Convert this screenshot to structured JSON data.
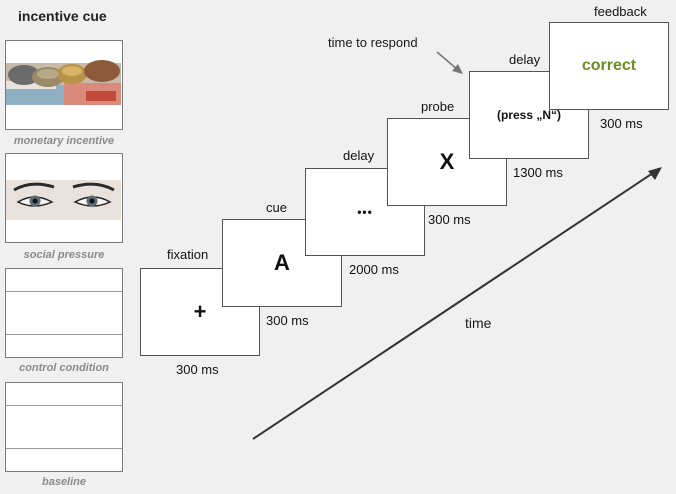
{
  "incentive_cue": {
    "title": "incentive cue",
    "conditions": [
      {
        "label": "monetary incentive",
        "image": "money-image"
      },
      {
        "label": "social pressure",
        "image": "eyes-image"
      },
      {
        "label": "control condition",
        "image": "blank-band"
      },
      {
        "label": "baseline",
        "image": "blank-band"
      }
    ]
  },
  "trial": {
    "stages": [
      {
        "label": "fixation",
        "content": "+",
        "duration": "300 ms"
      },
      {
        "label": "cue",
        "content": "A",
        "duration": "300 ms"
      },
      {
        "label": "delay",
        "content": "•••",
        "duration": "2000 ms"
      },
      {
        "label": "probe",
        "content": "X",
        "duration": "300 ms"
      },
      {
        "label": "delay",
        "content": "(press „N“)",
        "duration": "1300 ms"
      },
      {
        "label": "feedback",
        "content": "correct",
        "duration": "300 ms"
      }
    ],
    "annotation": "time to respond",
    "axis_label": "time"
  },
  "colors": {
    "feedback_text": "#6b8e23",
    "frame_border": "#555555",
    "cue_label": "#8a8a8a"
  }
}
